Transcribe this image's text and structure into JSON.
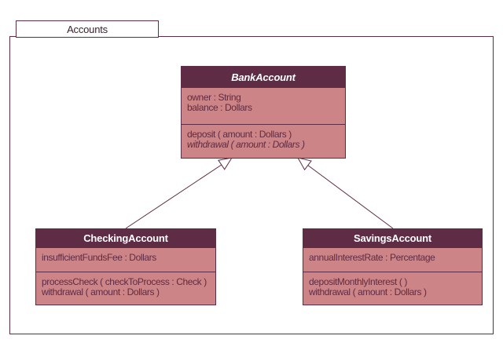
{
  "package": {
    "name": "Accounts"
  },
  "colors": {
    "class_header": "#5e2c44",
    "class_body": "#cc8486",
    "border": "#5e2c44",
    "title_text": "#ffffff",
    "body_text": "#5e2c44",
    "background": "#ffffff"
  },
  "classes": {
    "bank_account": {
      "name": "BankAccount",
      "abstract": true,
      "attributes": [
        "owner : String",
        "balance : Dollars"
      ],
      "operations": [
        "deposit ( amount : Dollars )",
        "withdrawal ( amount : Dollars )"
      ],
      "abstract_operations": [
        "withdrawal ( amount : Dollars )"
      ]
    },
    "checking_account": {
      "name": "CheckingAccount",
      "abstract": false,
      "attributes": [
        "insufficientFundsFee : Dollars"
      ],
      "operations": [
        "processCheck ( checkToProcess : Check )",
        "withdrawal ( amount : Dollars )"
      ]
    },
    "savings_account": {
      "name": "SavingsAccount",
      "abstract": false,
      "attributes": [
        "annualInterestRate : Percentage"
      ],
      "operations": [
        "depositMonthlyInterest ( )",
        "withdrawal ( amount : Dollars )"
      ]
    }
  },
  "relations": [
    {
      "type": "generalization",
      "from": "CheckingAccount",
      "to": "BankAccount"
    },
    {
      "type": "generalization",
      "from": "SavingsAccount",
      "to": "BankAccount"
    }
  ]
}
